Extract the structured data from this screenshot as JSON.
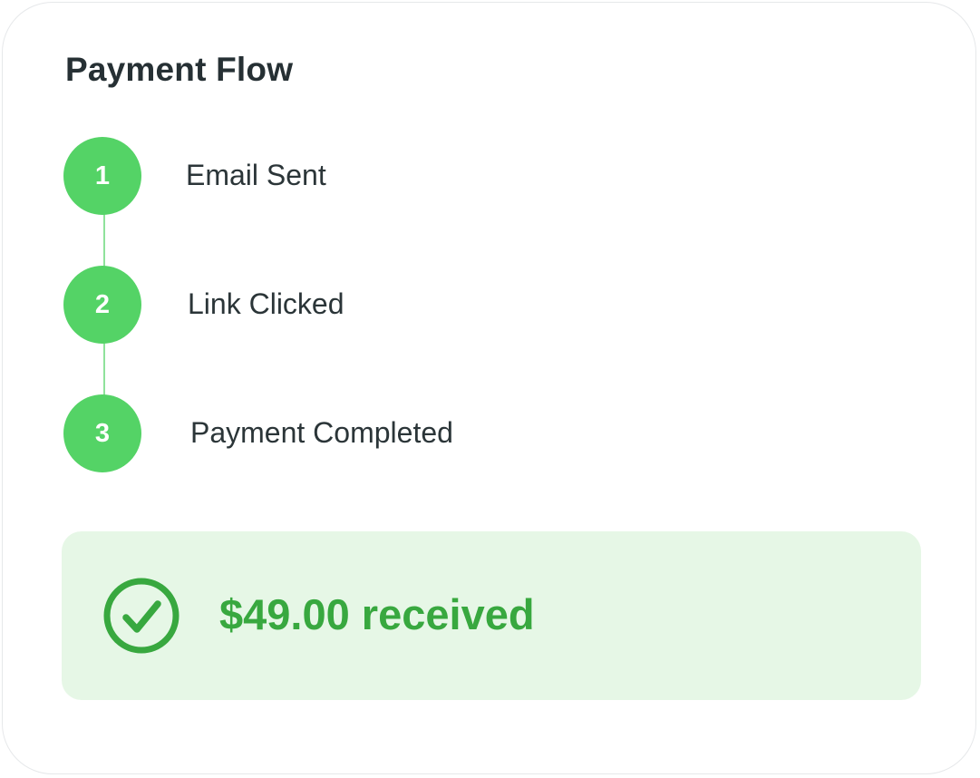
{
  "card": {
    "title": "Payment Flow"
  },
  "steps": [
    {
      "number": "1",
      "label": "Email Sent"
    },
    {
      "number": "2",
      "label": "Link Clicked"
    },
    {
      "number": "3",
      "label": "Payment Completed"
    }
  ],
  "receipt": {
    "icon": "check-circle-icon",
    "amount_text": "$49.00 received"
  },
  "colors": {
    "step_green": "#54d366",
    "connector_green": "#8fe29b",
    "receipt_bg": "#e6f7e6",
    "receipt_text": "#38a83f",
    "text_dark": "#263034"
  }
}
